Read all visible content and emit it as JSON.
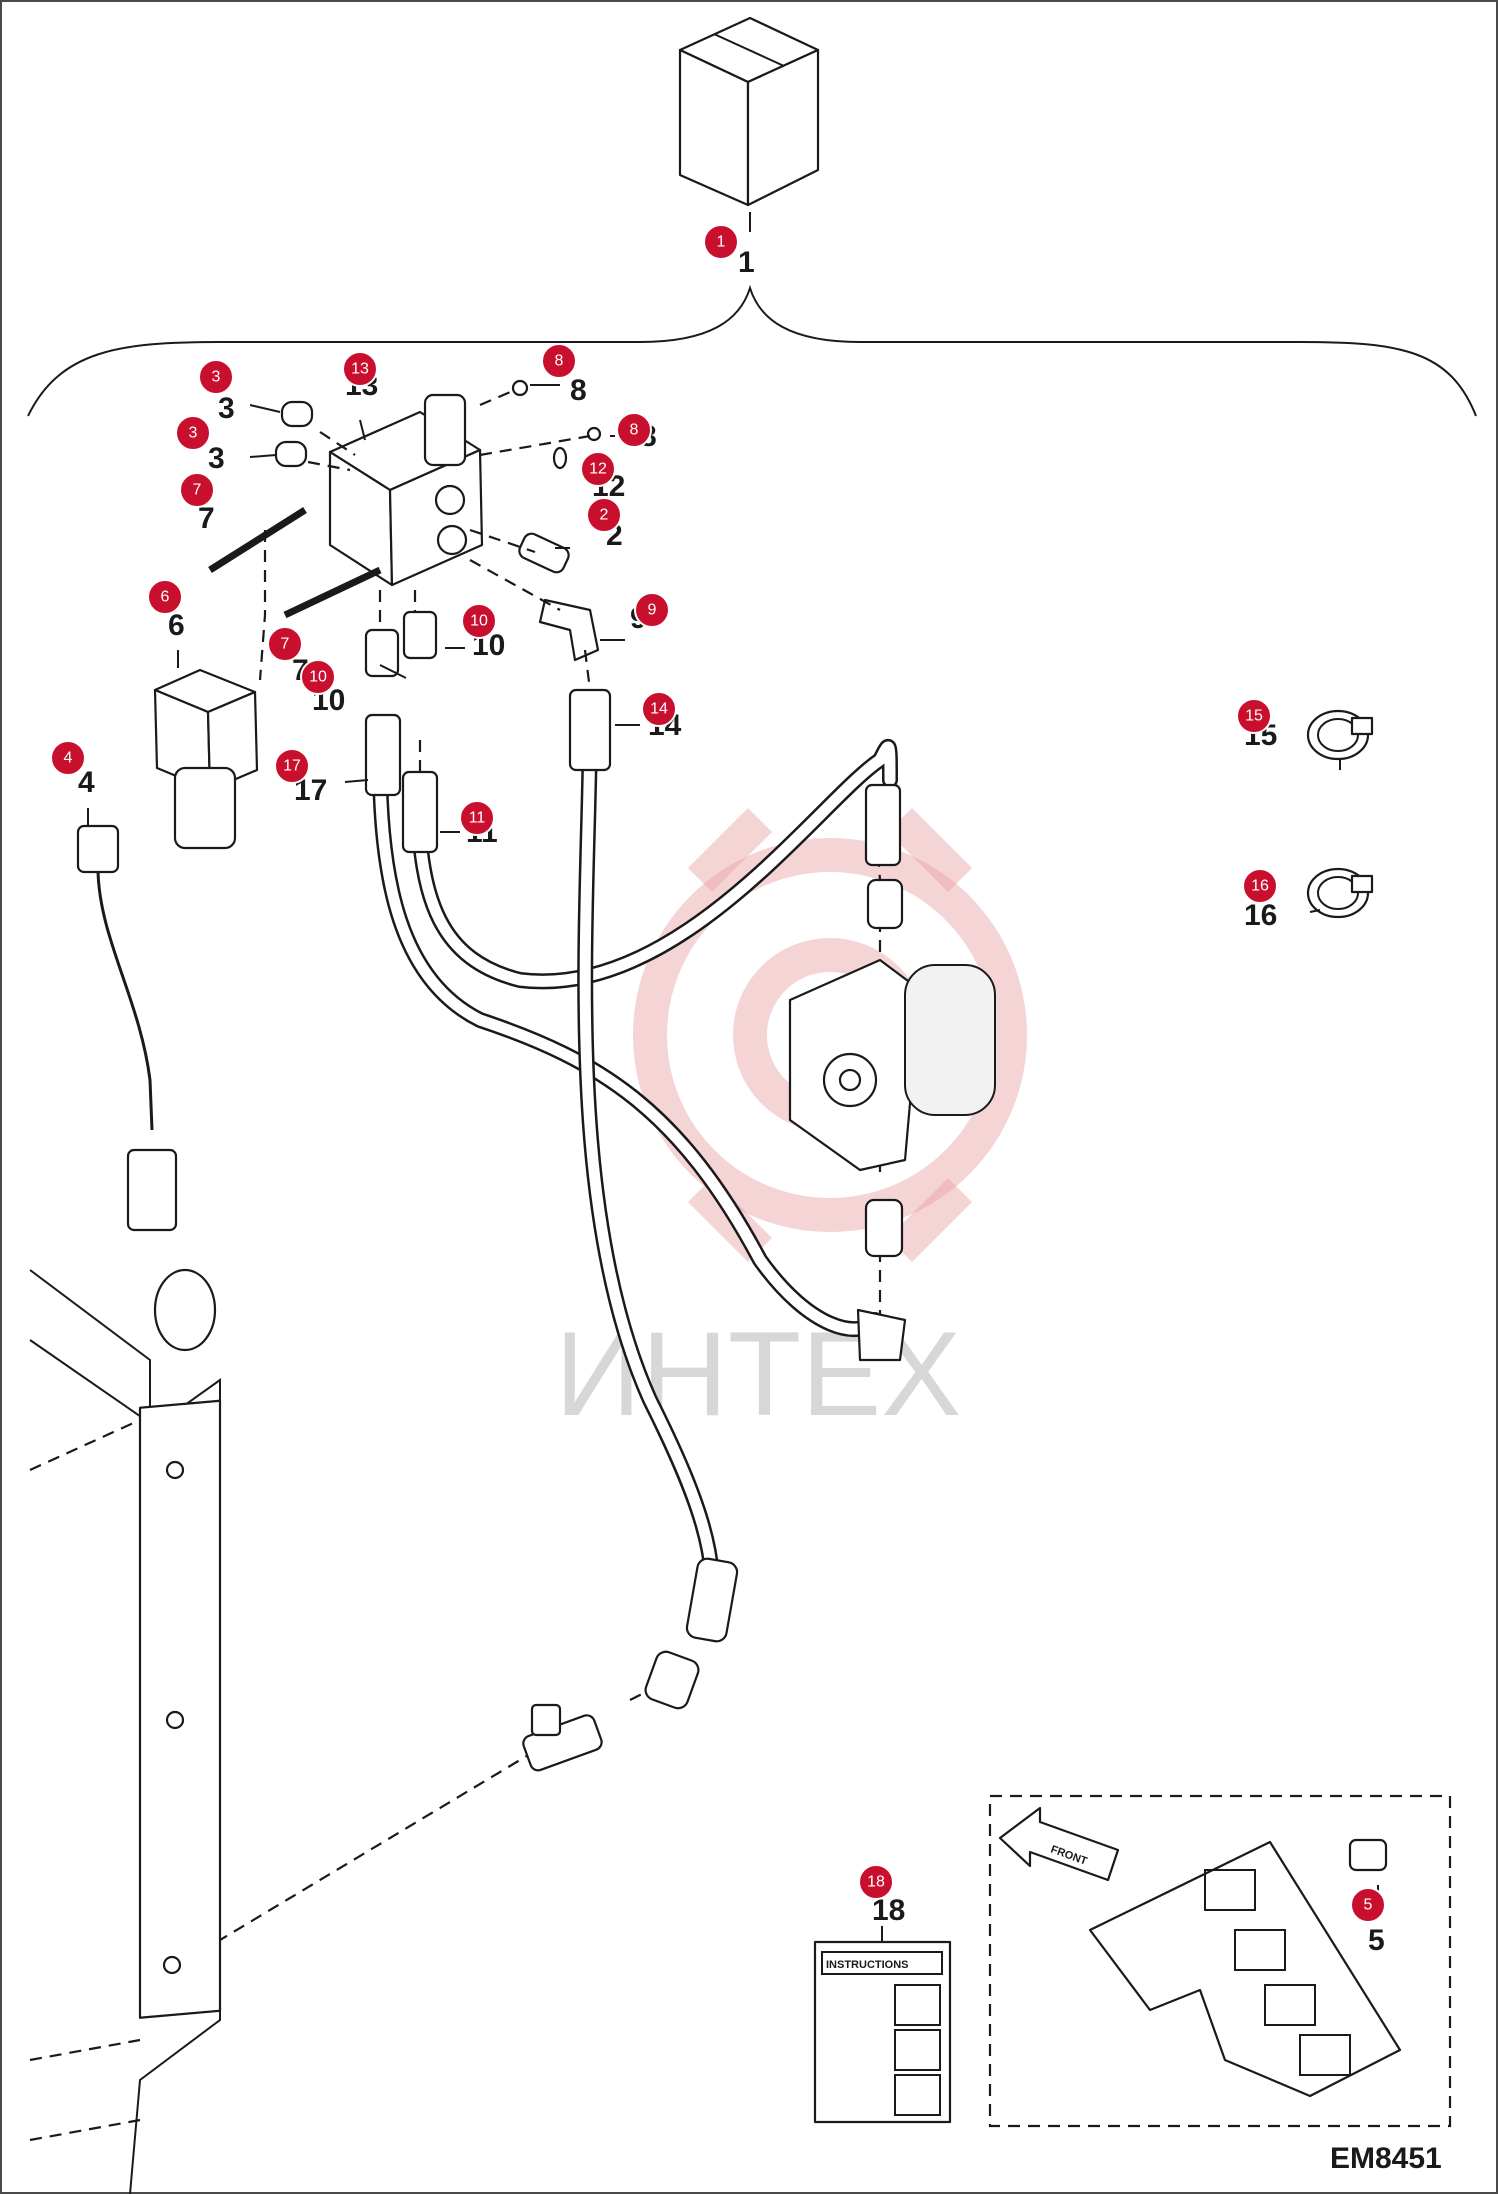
{
  "diagram_code": "EM8451",
  "watermark": "ИНТЕХ",
  "instruction_card_title": "INSTRUCTIONS",
  "inset_arrow_label": "FRONT",
  "callouts": [
    {
      "id": "1",
      "label": "1"
    },
    {
      "id": "2",
      "label": "2"
    },
    {
      "id": "3a",
      "label": "3"
    },
    {
      "id": "3b",
      "label": "3"
    },
    {
      "id": "4",
      "label": "4"
    },
    {
      "id": "5",
      "label": "5"
    },
    {
      "id": "6",
      "label": "6"
    },
    {
      "id": "7a",
      "label": "7"
    },
    {
      "id": "7b",
      "label": "7"
    },
    {
      "id": "8a",
      "label": "8"
    },
    {
      "id": "8b",
      "label": "8"
    },
    {
      "id": "9",
      "label": "9"
    },
    {
      "id": "10a",
      "label": "10"
    },
    {
      "id": "10b",
      "label": "10"
    },
    {
      "id": "11",
      "label": "11"
    },
    {
      "id": "12",
      "label": "12"
    },
    {
      "id": "13",
      "label": "13"
    },
    {
      "id": "14",
      "label": "14"
    },
    {
      "id": "15",
      "label": "15"
    },
    {
      "id": "16",
      "label": "16"
    },
    {
      "id": "17",
      "label": "17"
    },
    {
      "id": "18",
      "label": "18"
    }
  ]
}
